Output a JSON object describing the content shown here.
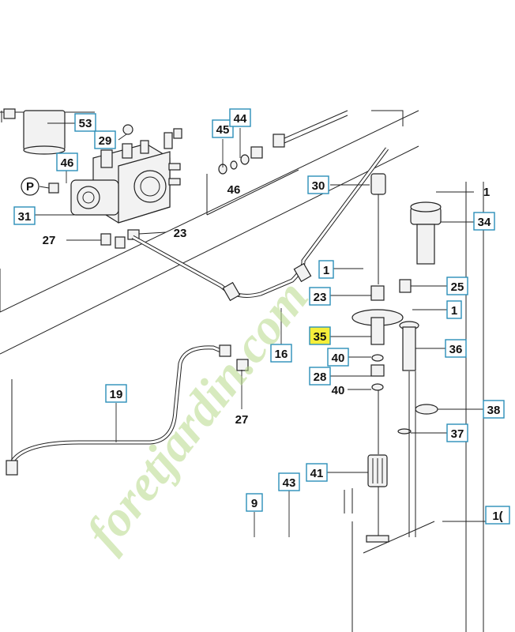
{
  "diagram": {
    "labels": {
      "l53": "53",
      "l29": "29",
      "l45": "45",
      "l44": "44",
      "l46a": "46",
      "l46b": "46",
      "lP": "P",
      "l31": "31",
      "l27a": "27",
      "l23a": "23",
      "l30": "30",
      "l1a": "1",
      "l34": "34",
      "l1b": "1",
      "l23b": "23",
      "l25": "25",
      "l1c": "1",
      "l35": "35",
      "l36": "36",
      "l40a": "40",
      "l28": "28",
      "l40b": "40",
      "l16": "16",
      "l19": "19",
      "l27b": "27",
      "l38": "38",
      "l37": "37",
      "l41": "41",
      "l43": "43",
      "l9": "9",
      "l10": "1("
    },
    "highlight_color": "#f5ee3a",
    "box_color": "#2b8fb8"
  },
  "watermark": {
    "text": "foretjardin.com",
    "color": "#b8d98a"
  }
}
